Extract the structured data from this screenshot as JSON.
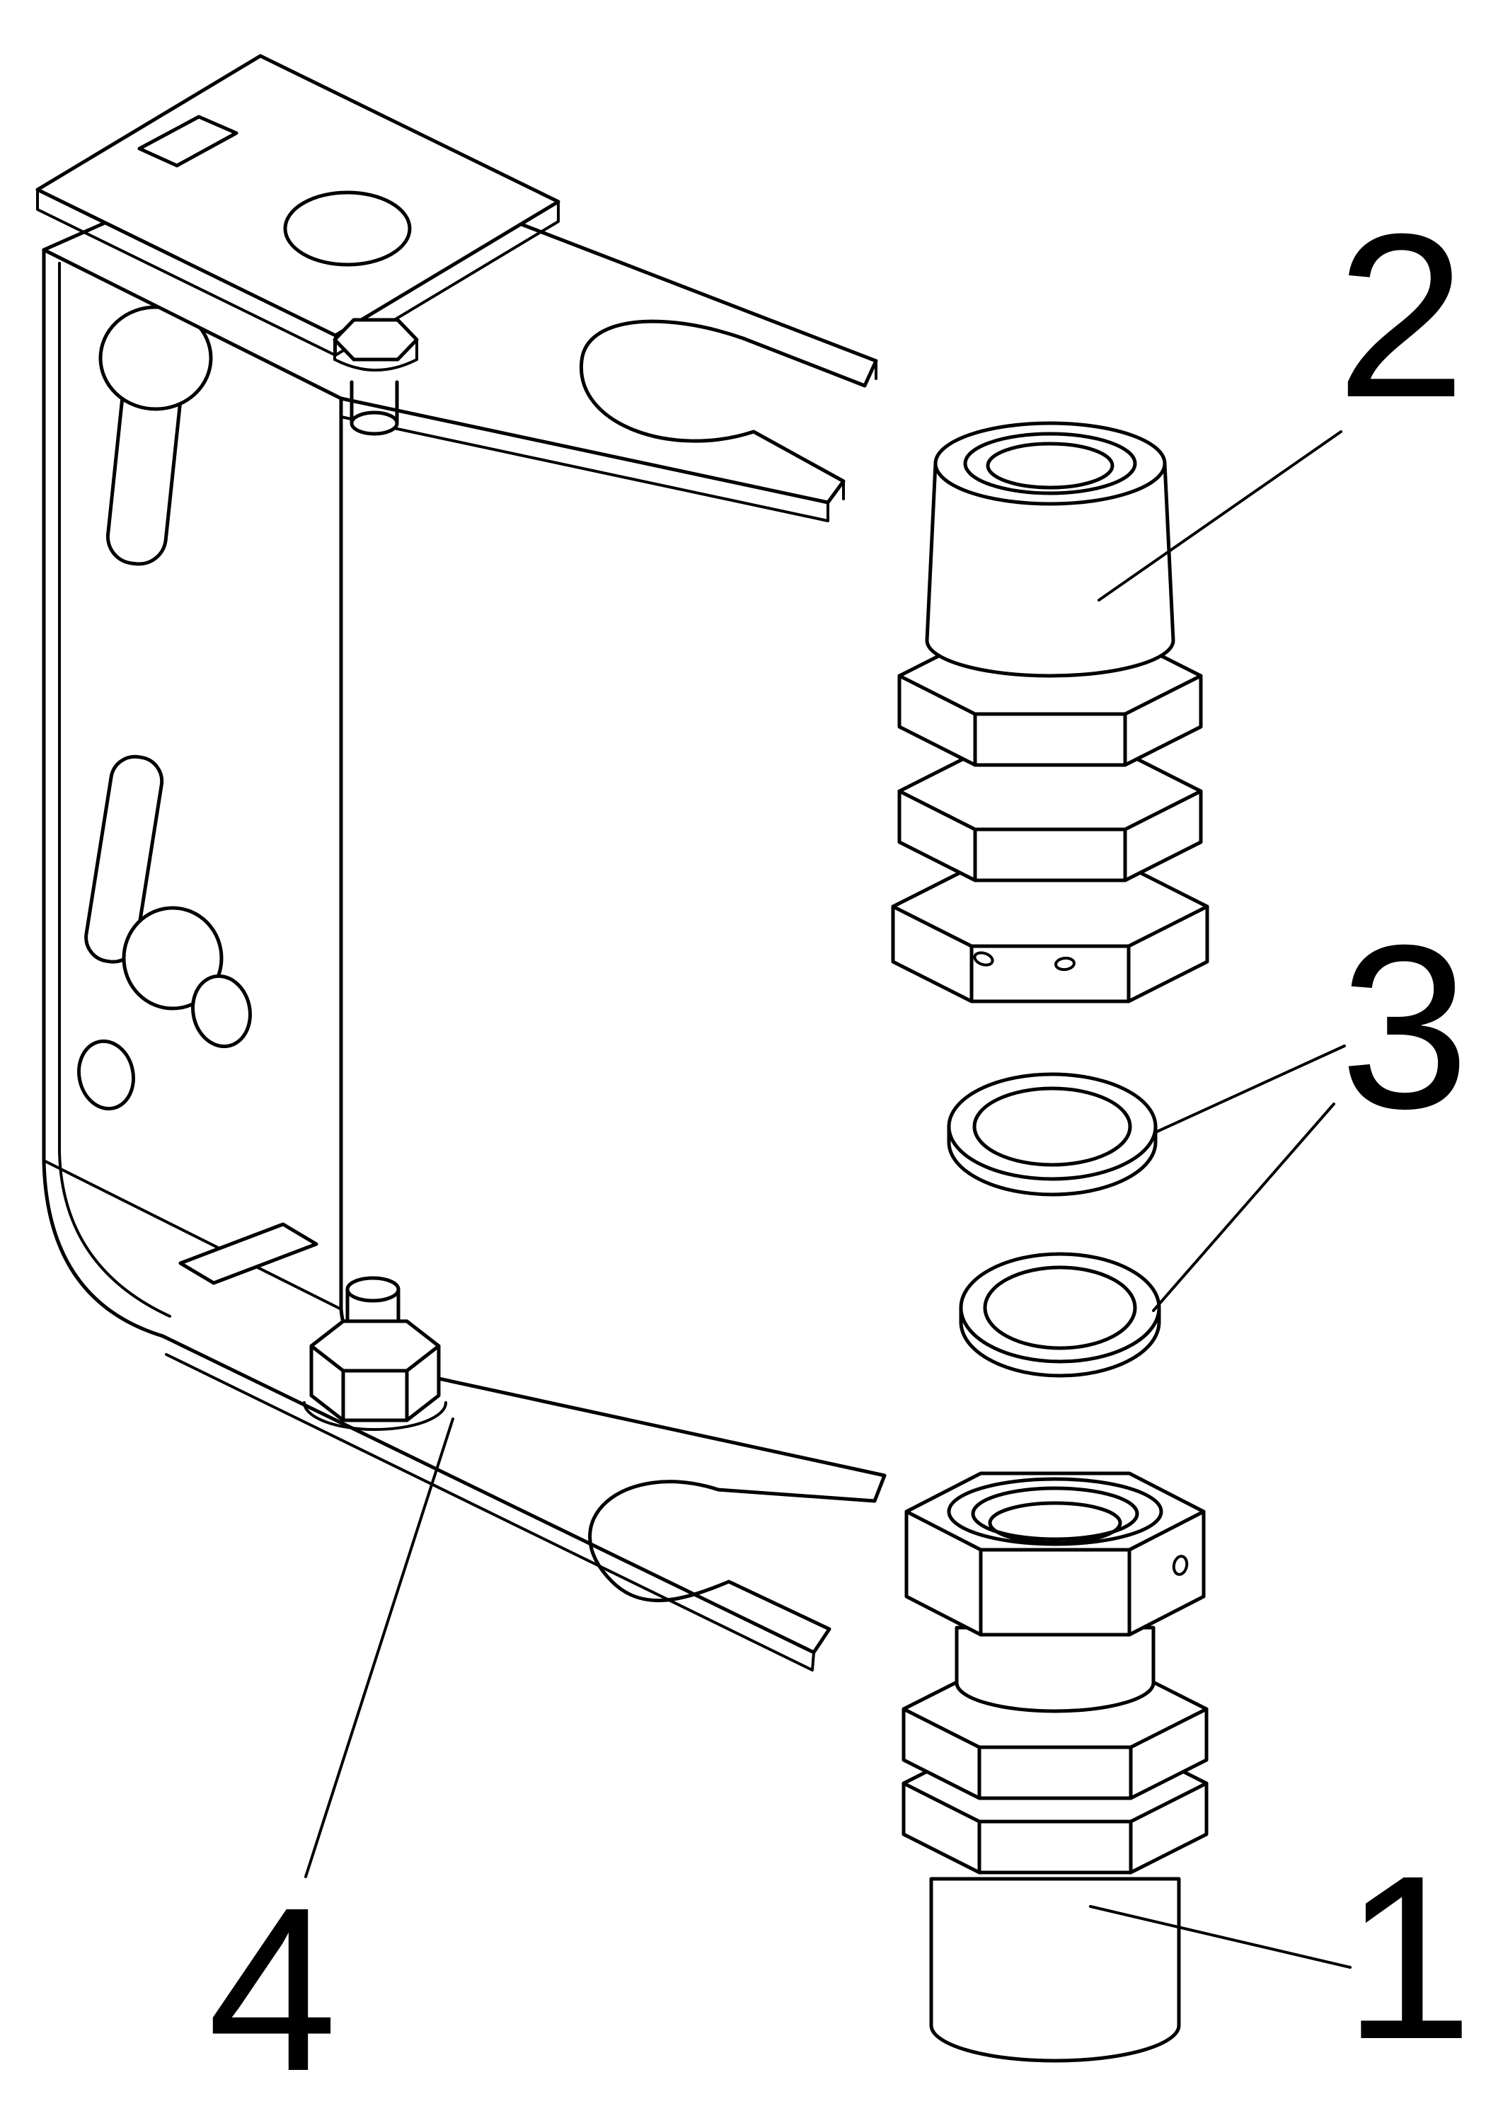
{
  "figure": {
    "type": "exploded-parts-diagram",
    "background": "#ffffff",
    "line_color": "#000000",
    "callouts": [
      {
        "label": "1",
        "part": "lower-compression-fitting"
      },
      {
        "label": "2",
        "part": "upper-compression-fitting"
      },
      {
        "label": "3",
        "part": "sealing-washer-pair"
      },
      {
        "label": "4",
        "part": "mounting-bracket"
      }
    ]
  }
}
